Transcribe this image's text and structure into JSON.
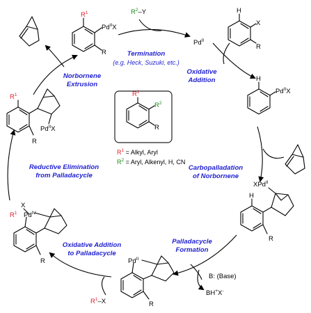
{
  "steps": {
    "termination": "Termination",
    "termination_note": "(e.g. Heck, Suzuki, etc.)",
    "oxidative_addition": [
      "Oxidative",
      "Addition"
    ],
    "carbopalladation": [
      "Carbopalladation",
      "of Norbornene"
    ],
    "palladacycle_formation": [
      "Palladacycle",
      "Formation"
    ],
    "oxidative_addition_palladacycle": [
      "Oxidative Addition",
      "to Palladacycle"
    ],
    "reductive_elimination": [
      "Reductive Elimination",
      "from Palladacycle"
    ],
    "norbornene_extrusion": [
      "Norbornene",
      "Extrusion"
    ]
  },
  "labels": {
    "pd0": "Pd",
    "pd0_sup": "0",
    "r2y": "R²–Y",
    "r2y_r": "R",
    "r2y_sup": "2",
    "r2y_y": "–Y",
    "pdx": "Pd",
    "pd_ii": "II",
    "pd_iv": "IV",
    "x": "X",
    "r": "R",
    "r1": "R",
    "sup1": "1",
    "h": "H",
    "r1x_r": "R",
    "r1x_sup": "1",
    "r1x_x": "–X",
    "base": "B:  (Base)",
    "bhx": "BH",
    "bhx_sup": "+",
    "bhx_x": "X",
    "bhx_sup2": "-",
    "xpd": "XPd"
  },
  "legend": {
    "r1_symbol": "R",
    "r1_sup": "1",
    "r1_text": " = Alkyl, Aryl",
    "r2_symbol": "R",
    "r2_sup": "2",
    "r2_text": " = Aryl, Alkenyl, H, CN"
  },
  "colors": {
    "step_text": "#1f1fd1",
    "r1": "#e0202a",
    "r2": "#1a8a1a"
  }
}
